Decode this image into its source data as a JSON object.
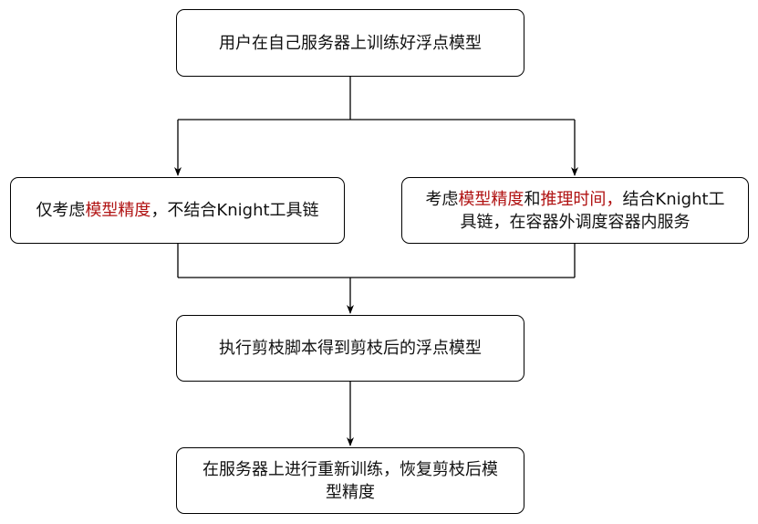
{
  "nodes": {
    "start": {
      "text": "用户在自己服务器上训练好浮点模型"
    },
    "left": {
      "pre": "仅考虑",
      "hl": "模型精度",
      "post": "，不结合Knight工具链"
    },
    "right": {
      "pre": "考虑",
      "hl1": "模型精度",
      "mid": "和",
      "hl2": "推理时间，",
      "post1": "结合Knight工",
      "post2": "具链，在容器外调度容器内服务"
    },
    "prune": {
      "text": "执行剪枝脚本得到剪枝后的浮点模型"
    },
    "retrain": {
      "line1": "在服务器上进行重新训练，恢复剪枝后模",
      "line2": "型精度"
    }
  },
  "colors": {
    "highlight": "#b01212",
    "border": "#000000",
    "text": "#111111"
  }
}
